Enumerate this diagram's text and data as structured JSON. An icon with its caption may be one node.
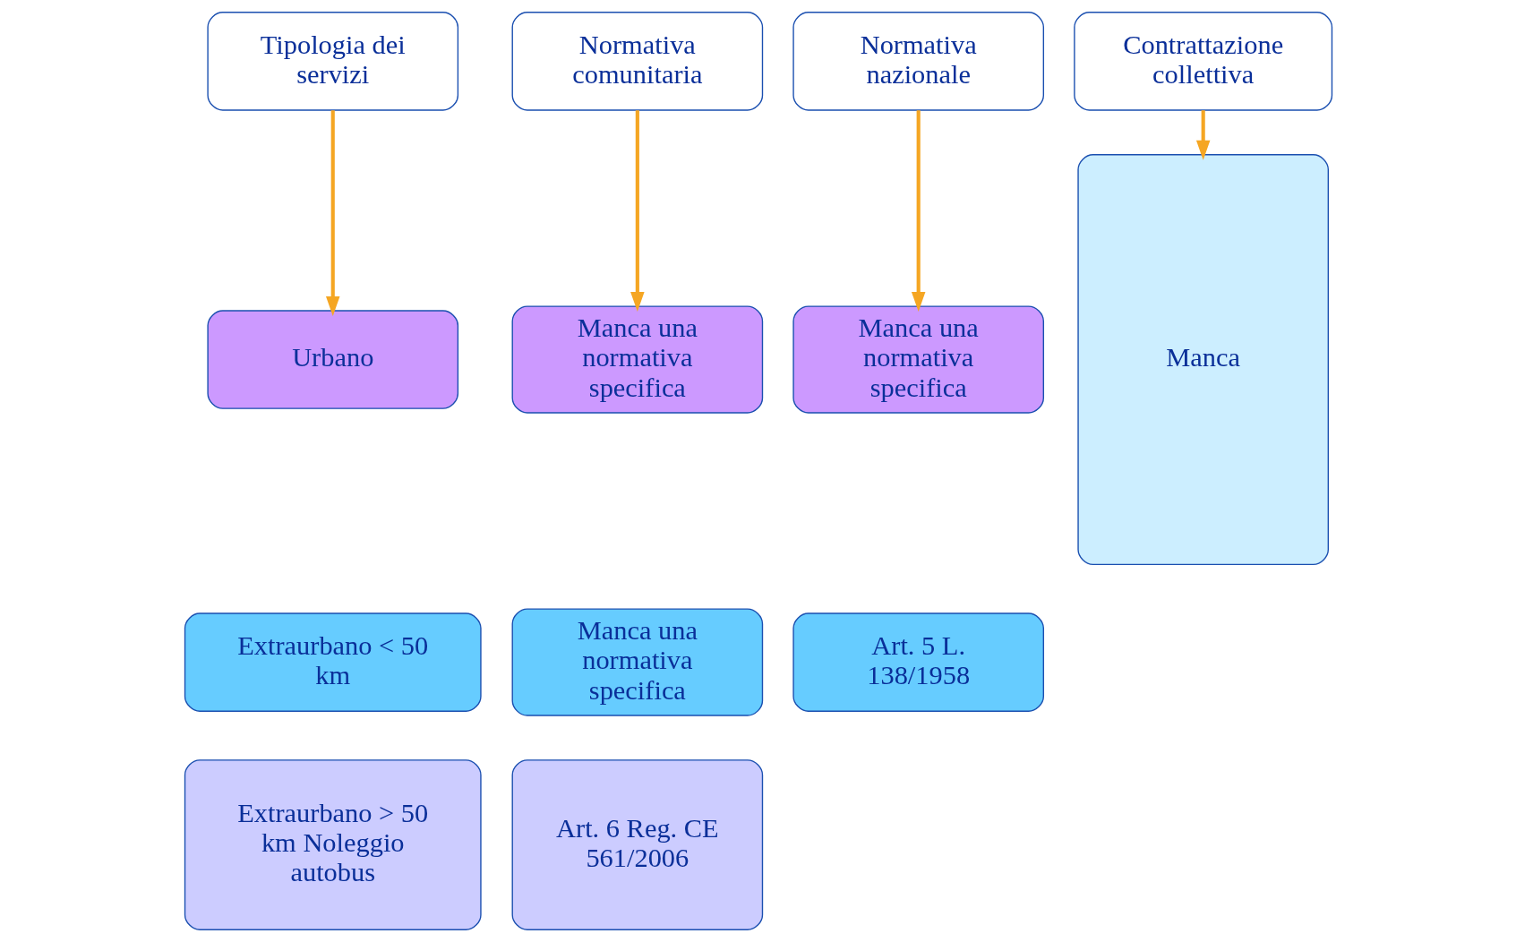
{
  "diagram": {
    "nodes": [
      {
        "text": [
          "Tipologia dei servizi"
        ]
      },
      {
        "text": [
          "Normativa comunitaria"
        ]
      },
      {
        "text": [
          "Normativa nazionale"
        ]
      },
      {
        "text": [
          "Contrattazione collettiva"
        ]
      },
      {
        "text": [
          "Urbano"
        ]
      },
      {
        "text": [
          "Manca una normativa specifica"
        ]
      },
      {
        "text": [
          "Manca una normativa specifica"
        ]
      },
      {
        "text": [
          "Manca"
        ]
      },
      {
        "text": [
          "Extraurbano < 50 km"
        ]
      },
      {
        "text": [
          "Manca una normativa specifica"
        ]
      },
      {
        "text": [
          "Art. 5 L. 138/1958"
        ]
      },
      {
        "text": [
          "Extraurbano > 50 km Noleggio autobus"
        ]
      },
      {
        "text": [
          "Art. 6 Reg. CE 561/2006"
        ]
      }
    ],
    "edges": [
      {
        "from": 0,
        "to": 4,
        "arrow": "to"
      },
      {
        "from": 1,
        "to": 5,
        "arrow": "to"
      },
      {
        "from": 2,
        "to": 6,
        "arrow": "to"
      },
      {
        "from": 3,
        "to": 7,
        "arrow": "to"
      }
    ]
  }
}
